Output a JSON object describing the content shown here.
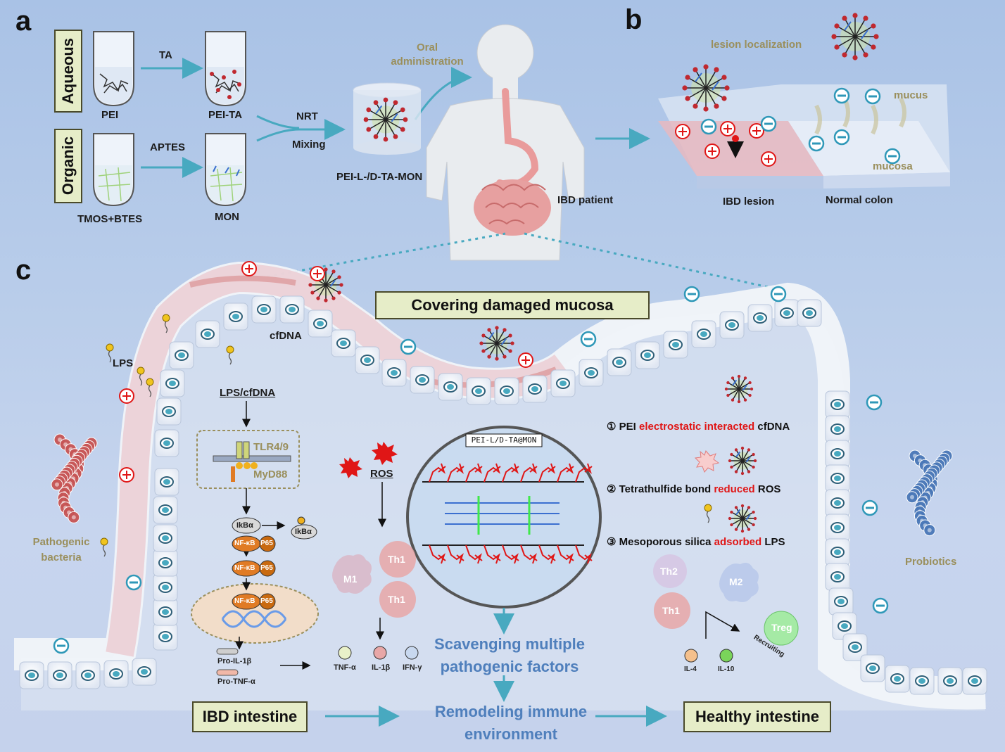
{
  "panels": {
    "a": "a",
    "b": "b",
    "c": "c"
  },
  "panel_a": {
    "aqueous": "Aqueous",
    "organic": "Organic",
    "ta": "TA",
    "aptes": "APTES",
    "pei": "PEI",
    "pei_ta": "PEI-TA",
    "tmos_btes": "TMOS+BTES",
    "mon": "MON",
    "nrt": "NRT",
    "mixing": "Mixing",
    "product": "PEI-L-/D-TA-MON",
    "oral_admin": "Oral administration",
    "patient": "IBD patient"
  },
  "panel_b": {
    "lesion_localization": "lesion localization",
    "mucus": "mucus",
    "mucosa": "mucosa",
    "ibd_lesion": "IBD lesion",
    "normal_colon": "Normal colon"
  },
  "panel_c": {
    "covering": "Covering damaged mucosa",
    "cfdna": "cfDNA",
    "lps": "LPS",
    "lps_cfdna": "LPS/cfDNA",
    "tlr": "TLR4/9",
    "myd88": "MyD88",
    "ikba": "IkBα",
    "nfkb": "NF-κB",
    "p65": "P65",
    "pro_il1b": "Pro-IL-1β",
    "pro_tnfa": "Pro-TNF-α",
    "ros": "ROS",
    "m1": "M1",
    "th1": "Th1",
    "th2": "Th2",
    "m2": "M2",
    "treg": "Treg",
    "recruiting": "Recruiting",
    "tnfa": "TNF-α",
    "il1b": "IL-1β",
    "ifng": "IFN-γ",
    "il4": "IL-4",
    "il10": "IL-10",
    "nano_label": "PEI-L/D-TA@MON",
    "item1_num": "①",
    "item1_pre": "PEI",
    "item1_red": "electrostatic interacted",
    "item1_post": "cfDNA",
    "item2_num": "②",
    "item2_pre": "Tetrathulfide bond",
    "item2_red": "reduced",
    "item2_post": "ROS",
    "item3_num": "③",
    "item3_pre": "Mesoporous silica",
    "item3_red": "adsorbed",
    "item3_post": "LPS",
    "pathogenic": "Pathogenic bacteria",
    "probiotics": "Probiotics",
    "scavenging": "Scavenging multiple pathogenic factors",
    "remodeling": "Remodeling immune environment",
    "ibd_intestine": "IBD intestine",
    "healthy_intestine": "Healthy intestine"
  },
  "colors": {
    "arrow": "#48a9c0",
    "positive": "#e01616",
    "negative": "#2f98b8",
    "highlight_text": "#4f7fbc"
  }
}
